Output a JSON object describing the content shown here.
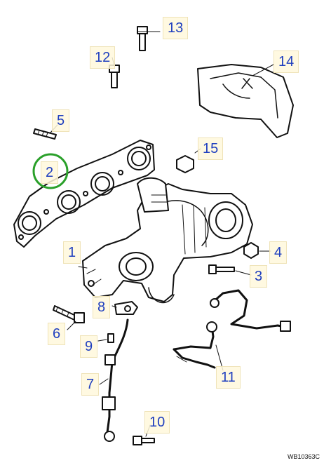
{
  "callouts": {
    "c1": "1",
    "c2": "2",
    "c3": "3",
    "c4": "4",
    "c5": "5",
    "c6": "6",
    "c7": "7",
    "c8": "8",
    "c9": "9",
    "c10": "10",
    "c11": "11",
    "c12": "12",
    "c13": "13",
    "c14": "14",
    "c15": "15"
  },
  "reference": "WB10363C",
  "colors": {
    "callout_text": "#1f3fbf",
    "highlight_ring": "#2aa02a",
    "line_art": "#111111"
  }
}
